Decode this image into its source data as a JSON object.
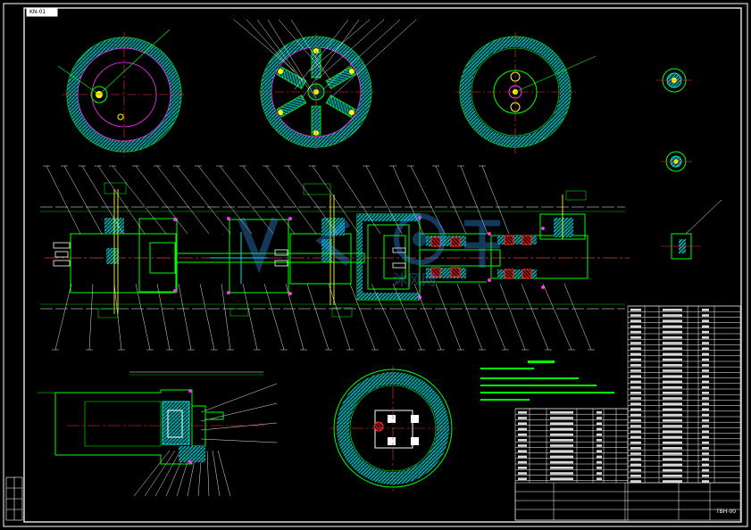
{
  "drawing": {
    "sheet_tag": "KN-01",
    "drawing_number": "TBH-00",
    "watermark_text": "沐风网",
    "colors": {
      "background": "#000000",
      "frame": "#ffffff",
      "outline": "#00ff00",
      "hatch": "#00e5e5",
      "centerline": "#ff3333",
      "part": "#ff33ff",
      "fastener": "#ffff00",
      "annotation": "#ffffff"
    }
  }
}
